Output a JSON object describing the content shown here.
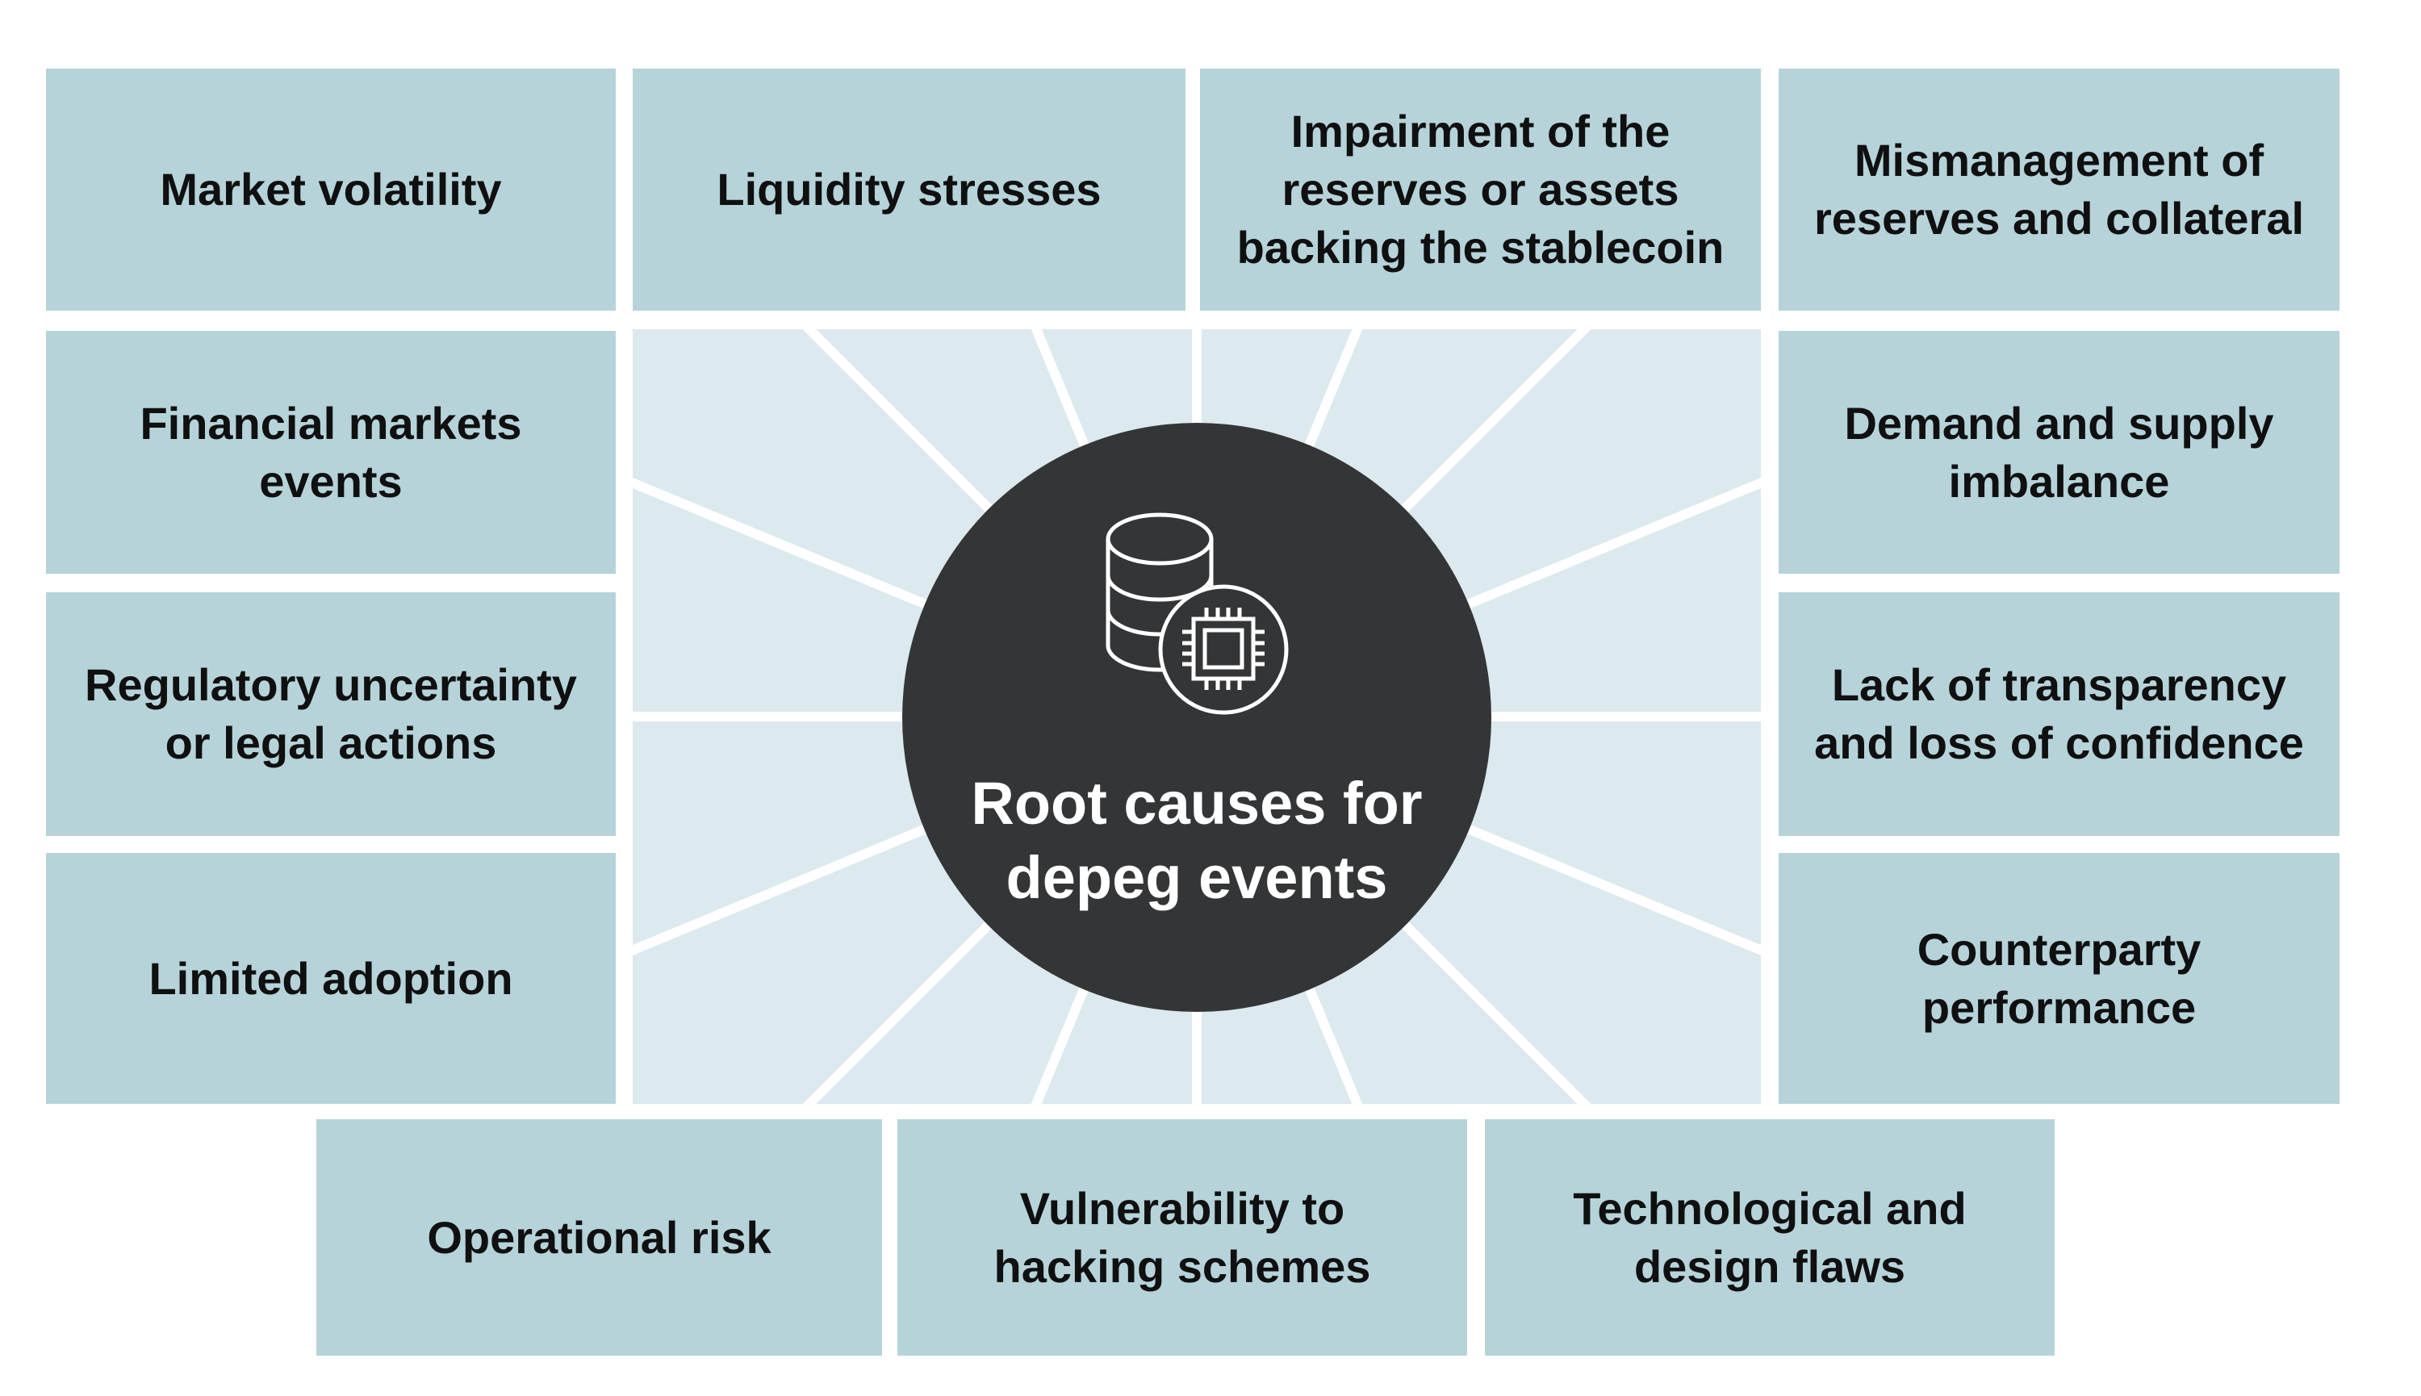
{
  "title": "Root causes for depeg events",
  "colors": {
    "background": "#ffffff",
    "box_fill": "#b6d3da",
    "box_text": "#101010",
    "burst_fill": "#dce9ee",
    "ray": "#ffffff",
    "circle_fill": "#343536",
    "center_text": "#ffffff",
    "icon_stroke": "#ffffff"
  },
  "burst": {
    "ray_count": 16
  },
  "center": {
    "title": "Root causes for\ndepeg events",
    "icon": "database-chip-icon"
  },
  "causes": [
    {
      "id": "market-volatility",
      "label": "Market volatility"
    },
    {
      "id": "liquidity-stresses",
      "label": "Liquidity stresses"
    },
    {
      "id": "impairment-of-reserves",
      "label": "Impairment of the\nreserves or assets\nbacking the stablecoin"
    },
    {
      "id": "mismanagement-of-reserves",
      "label": "Mismanagement of\nreserves and collateral"
    },
    {
      "id": "financial-markets-events",
      "label": "Financial markets\nevents"
    },
    {
      "id": "demand-supply-imbalance",
      "label": "Demand and supply\nimbalance"
    },
    {
      "id": "regulatory-uncertainty",
      "label": "Regulatory uncertainty\nor legal actions"
    },
    {
      "id": "lack-of-transparency",
      "label": "Lack of transparency\nand loss of confidence"
    },
    {
      "id": "limited-adoption",
      "label": "Limited adoption"
    },
    {
      "id": "counterparty-performance",
      "label": "Counterparty\nperformance"
    },
    {
      "id": "operational-risk",
      "label": "Operational risk"
    },
    {
      "id": "vulnerability-to-hacking",
      "label": "Vulnerability to\nhacking schemes"
    },
    {
      "id": "technological-design-flaws",
      "label": "Technological and\ndesign flaws"
    }
  ]
}
